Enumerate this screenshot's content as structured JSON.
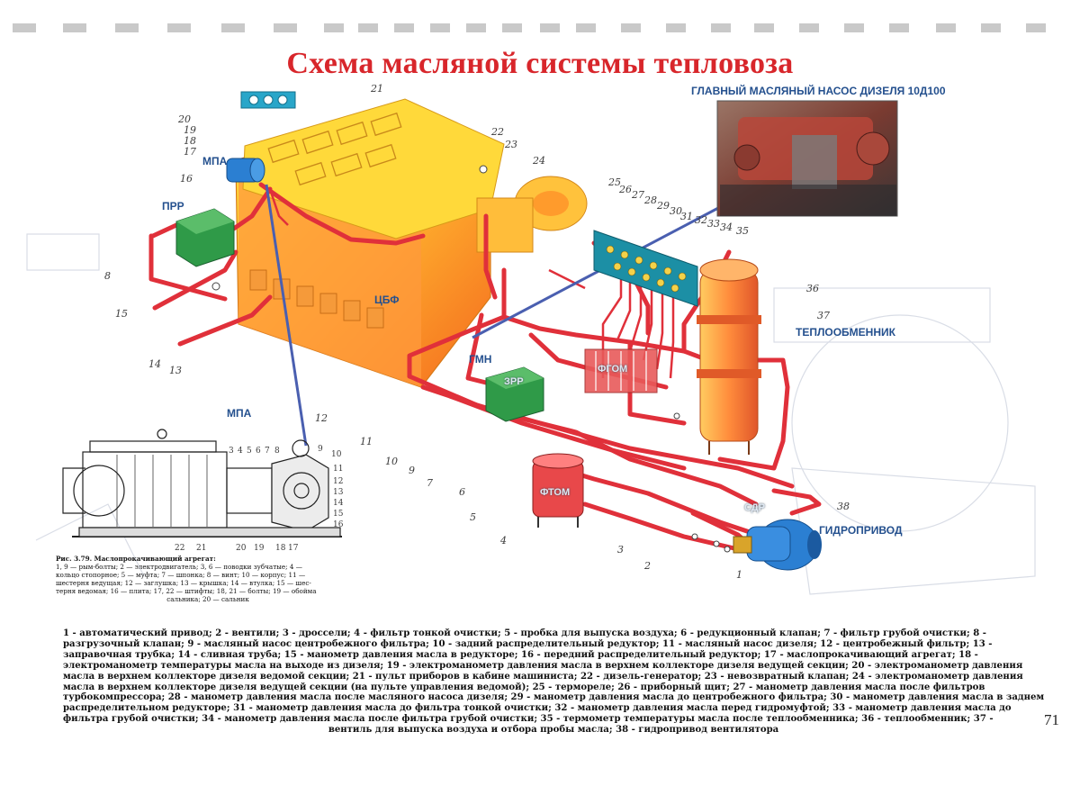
{
  "title": "Схема масляной системы тепловоза",
  "photo_caption": "ГЛАВНЫЙ МАСЛЯНЫЙ НАСОС ДИЗЕЛЯ 10Д100",
  "labels": {
    "mpa_top": "МПА",
    "prr": "ПРР",
    "cbf": "ЦБФ",
    "gmn": "ГМН",
    "fgom": "ФГОМ",
    "zrr": "ЗРР",
    "ftom": "ФТОМ",
    "heat_exchanger": "ТЕПЛООБМЕННИК",
    "hydro_drive": "ГИДРОПРИВОД",
    "mpa_inset": "МПА",
    "sdr": "СДР"
  },
  "callouts": {
    "n1": "1",
    "n2": "2",
    "n3": "3",
    "n4": "4",
    "n5": "5",
    "n6": "6",
    "n7": "7",
    "n8": "8",
    "n9": "9",
    "n10": "10",
    "n11": "11",
    "n12": "12",
    "n13": "13",
    "n14": "14",
    "n15": "15",
    "n16": "16",
    "n17": "17",
    "n18": "18",
    "n19": "19",
    "n20": "20",
    "n21": "21",
    "n22": "22",
    "n23": "23",
    "n24": "24",
    "n25": "25",
    "n26": "26",
    "n27": "27",
    "n28": "28",
    "n29": "29",
    "n30": "30",
    "n31": "31",
    "n32": "32",
    "n33": "33",
    "n34": "34",
    "n35": "35",
    "n36": "36",
    "n37": "37",
    "n38": "38"
  },
  "inset_callouts": {
    "top": [
      "3",
      "4",
      "5",
      "6",
      "7",
      "8",
      "9",
      "10"
    ],
    "right": [
      "11",
      "12",
      "13",
      "14",
      "15",
      "16"
    ],
    "bottom": [
      "22",
      "21",
      "20",
      "19",
      "18",
      "17"
    ]
  },
  "figure_caption": {
    "title": "Рис. 3.79. Маслопрокачивающий агрегат:",
    "lines": [
      "1, 9 — рым-болты; 2 — электродвигатель; 3, 6 — поводки зубчатые; 4 —",
      "кольцо стопорное; 5 — муфта; 7 — шпонка; 8 — винт; 10 — корпус; 11 —",
      "шестерня ведущая; 12 — заглушка; 13 — крышка; 14 — втулка; 15 — шес-",
      "терня ведомая; 16 — плита; 17, 22 — штифты; 18, 21 — болты; 19 — обойма",
      "сальника; 20 — сальник"
    ]
  },
  "legend_lines": [
    "1 - автоматический привод; 2 - вентили; 3 - дроссели; 4 - фильтр тонкой очистки; 5 - пробка для выпуска воздуха; 6 - редукционный клапан; 7 - фильтр грубой очистки; 8 -",
    "разгрузочный клапан; 9 - масляный насос центробежного фильтра; 10 - задний распределительный редуктор; 11 - масляный насос дизеля; 12 - центробежный фильтр; 13 -",
    "заправочная трубка; 14 - сливная труба; 15 - манометр давления масла в редукторе; 16 - передний распределительный редуктор; 17 - маслопрокачивающий агрегат; 18 -",
    "электроманометр температуры масла на выходе из дизеля; 19 - электроманометр давления масла в верхнем коллекторе дизеля ведущей секции; 20 - электроманометр давления",
    "масла в верхнем коллекторе дизеля ведомой секции; 21 - пульт приборов в кабине машиниста; 22 - дизель-генератор; 23 - невозвратный клапан; 24 - электроманометр давления",
    "масла в верхнем коллекторе дизеля ведущей секции (на пульте управления ведомой); 25 - термореле; 26 - приборный щит; 27 - манометр давления масла после фильтров",
    "турбокомпрессора; 28 - манометр давления масла после масляного насоса дизеля; 29 - манометр давления масла до центробежного фильтра; 30 - манометр давления масла в заднем",
    "распределительном редукторе; 31 - манометр давления масла до фильтра тонкой очистки; 32 - манометр давления масла перед гидромуфтой; 33 - манометр давления масла до",
    "фильтра грубой очистки; 34 - манометр давления масла после фильтра грубой очистки; 35 - термометр температуры масла после теплообменника; 36 - теплообменник; 37 -",
    "вентиль для выпуска воздуха и отбора пробы масла; 38 - гидропривод вентилятора"
  ],
  "page_number": "71",
  "colors": {
    "title": "#d8262b",
    "pipe": "#e0303a",
    "label": "#24508e",
    "engine": "#f7a22a",
    "tank_green": "#2f9a48",
    "panel_teal": "#1c8fa5",
    "motor_blue": "#2b7fd2",
    "pointer": "#4a5fb0"
  }
}
